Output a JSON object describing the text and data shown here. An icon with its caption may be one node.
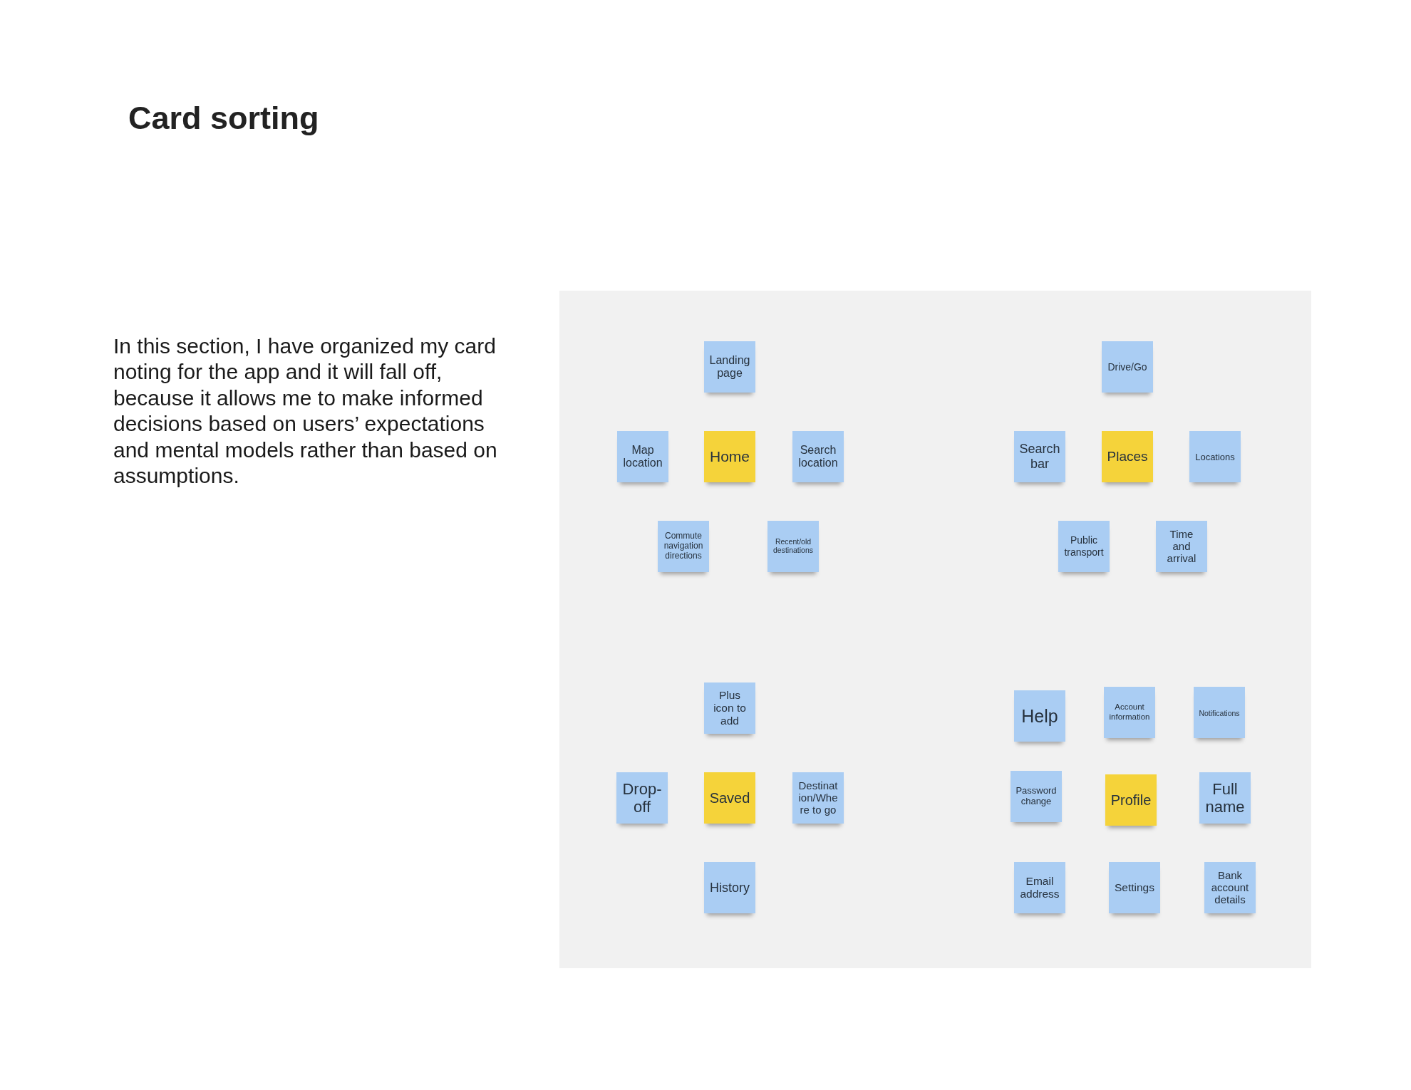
{
  "diagram": {
    "title": "Card sorting",
    "nodes": [
      {
        "text": [],
        "shape": "box"
      },
      {
        "text": [
          "Landing page"
        ],
        "in": 0
      },
      {
        "text": [
          "Map location"
        ],
        "in": 0
      },
      {
        "text": [
          "Home"
        ],
        "in": 0
      },
      {
        "text": [
          "Search location"
        ],
        "in": 0
      },
      {
        "text": [
          "Commute navigation directions"
        ],
        "in": 0
      },
      {
        "text": [
          "Recent/old destinations"
        ],
        "in": 0
      },
      {
        "text": [
          "Drive/Go"
        ],
        "in": 0
      },
      {
        "text": [
          "Search bar"
        ],
        "in": 0
      },
      {
        "text": [
          "Places"
        ],
        "in": 0
      },
      {
        "text": [
          "Locations"
        ],
        "in": 0
      },
      {
        "text": [
          "Public transport"
        ],
        "in": 0
      },
      {
        "text": [
          "Time and arrival"
        ],
        "in": 0
      },
      {
        "text": [
          "Plus icon to add"
        ],
        "in": 0
      },
      {
        "text": [
          "Drop-off"
        ],
        "in": 0
      },
      {
        "text": [
          "Saved"
        ],
        "in": 0
      },
      {
        "text": [
          "Destination/Where to go"
        ],
        "in": 0
      },
      {
        "text": [
          "History"
        ],
        "in": 0
      },
      {
        "text": [
          "Help"
        ],
        "in": 0
      },
      {
        "text": [
          "Account information"
        ],
        "in": 0
      },
      {
        "text": [
          "Notifications"
        ],
        "in": 0
      },
      {
        "text": [
          "Password change"
        ],
        "in": 0
      },
      {
        "text": [
          "Profile"
        ],
        "in": 0
      },
      {
        "text": [
          "Full name"
        ],
        "in": 0
      },
      {
        "text": [
          "Email address"
        ],
        "in": 0
      },
      {
        "text": [
          "Settings"
        ],
        "in": 0
      },
      {
        "text": [
          "Bank account details"
        ],
        "in": 0
      }
    ],
    "labels": [
      "In this section, I have organized my card noting for the app and it will fall off, because it allows me to make informed decisions based on users’ expectations and mental models rather than based on assumptions."
    ]
  }
}
